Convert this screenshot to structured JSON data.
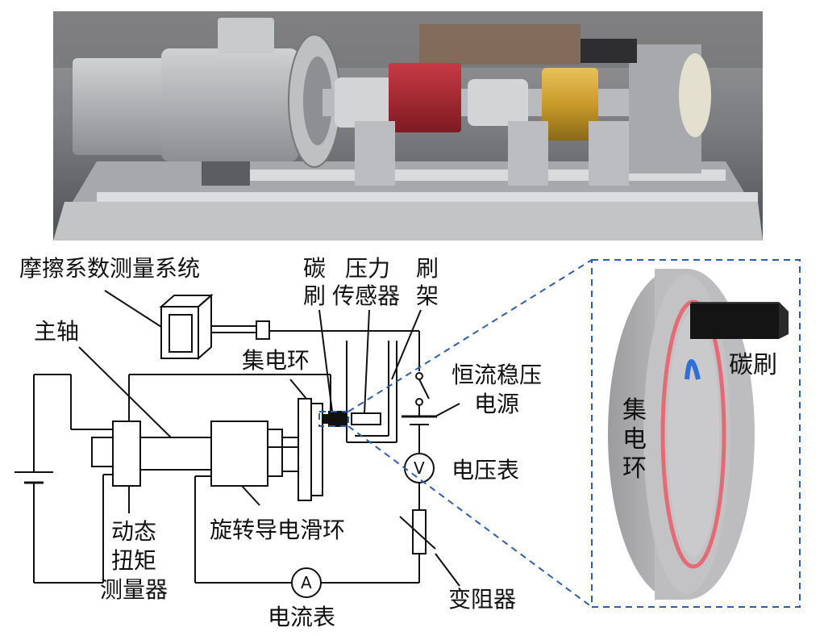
{
  "labels": {
    "friction_system": "摩擦系数测量系统",
    "carbon_brush_top_1": "碳",
    "carbon_brush_top_2": "刷",
    "pressure_sensor_1": "压力",
    "pressure_sensor_2": "传感器",
    "brush_holder_1": "刷",
    "brush_holder_2": "架",
    "main_shaft": "主轴",
    "collector_ring": "集电环",
    "power_supply_1": "恒流稳压",
    "power_supply_2": "电源",
    "voltmeter": "电压表",
    "torque_meter_1": "动态",
    "torque_meter_2": "扭矩",
    "torque_meter_3": "测量器",
    "slip_ring": "旋转导电滑环",
    "ammeter": "电流表",
    "rheostat": "变阻器",
    "detail_ring_1": "集",
    "detail_ring_2": "电",
    "detail_ring_3": "环",
    "detail_brush": "碳刷"
  },
  "meters": {
    "voltmeter_symbol": "V",
    "ammeter_symbol": "A"
  },
  "colors": {
    "line": "#111111",
    "dash_blue": "#2f5ea8",
    "ring_grey": "#b4b4b6",
    "ring_face": "#c7c7c9",
    "ring_red": "#e46a75",
    "brush_black": "#141414",
    "marker_blue": "#2f6fd6"
  }
}
